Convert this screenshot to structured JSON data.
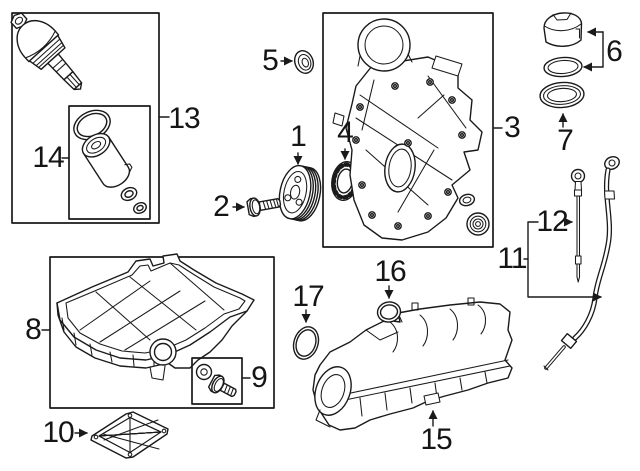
{
  "diagram": {
    "background_color": "#ffffff",
    "line_color": "#1a1a1a",
    "callouts": {
      "c1": "1",
      "c2": "2",
      "c3": "3",
      "c4": "4",
      "c5": "5",
      "c6": "6",
      "c7": "7",
      "c8": "8",
      "c9": "9",
      "c10": "10",
      "c11": "11",
      "c12": "12",
      "c13": "13",
      "c14": "14",
      "c15": "15",
      "c16": "16",
      "c17": "17"
    }
  }
}
